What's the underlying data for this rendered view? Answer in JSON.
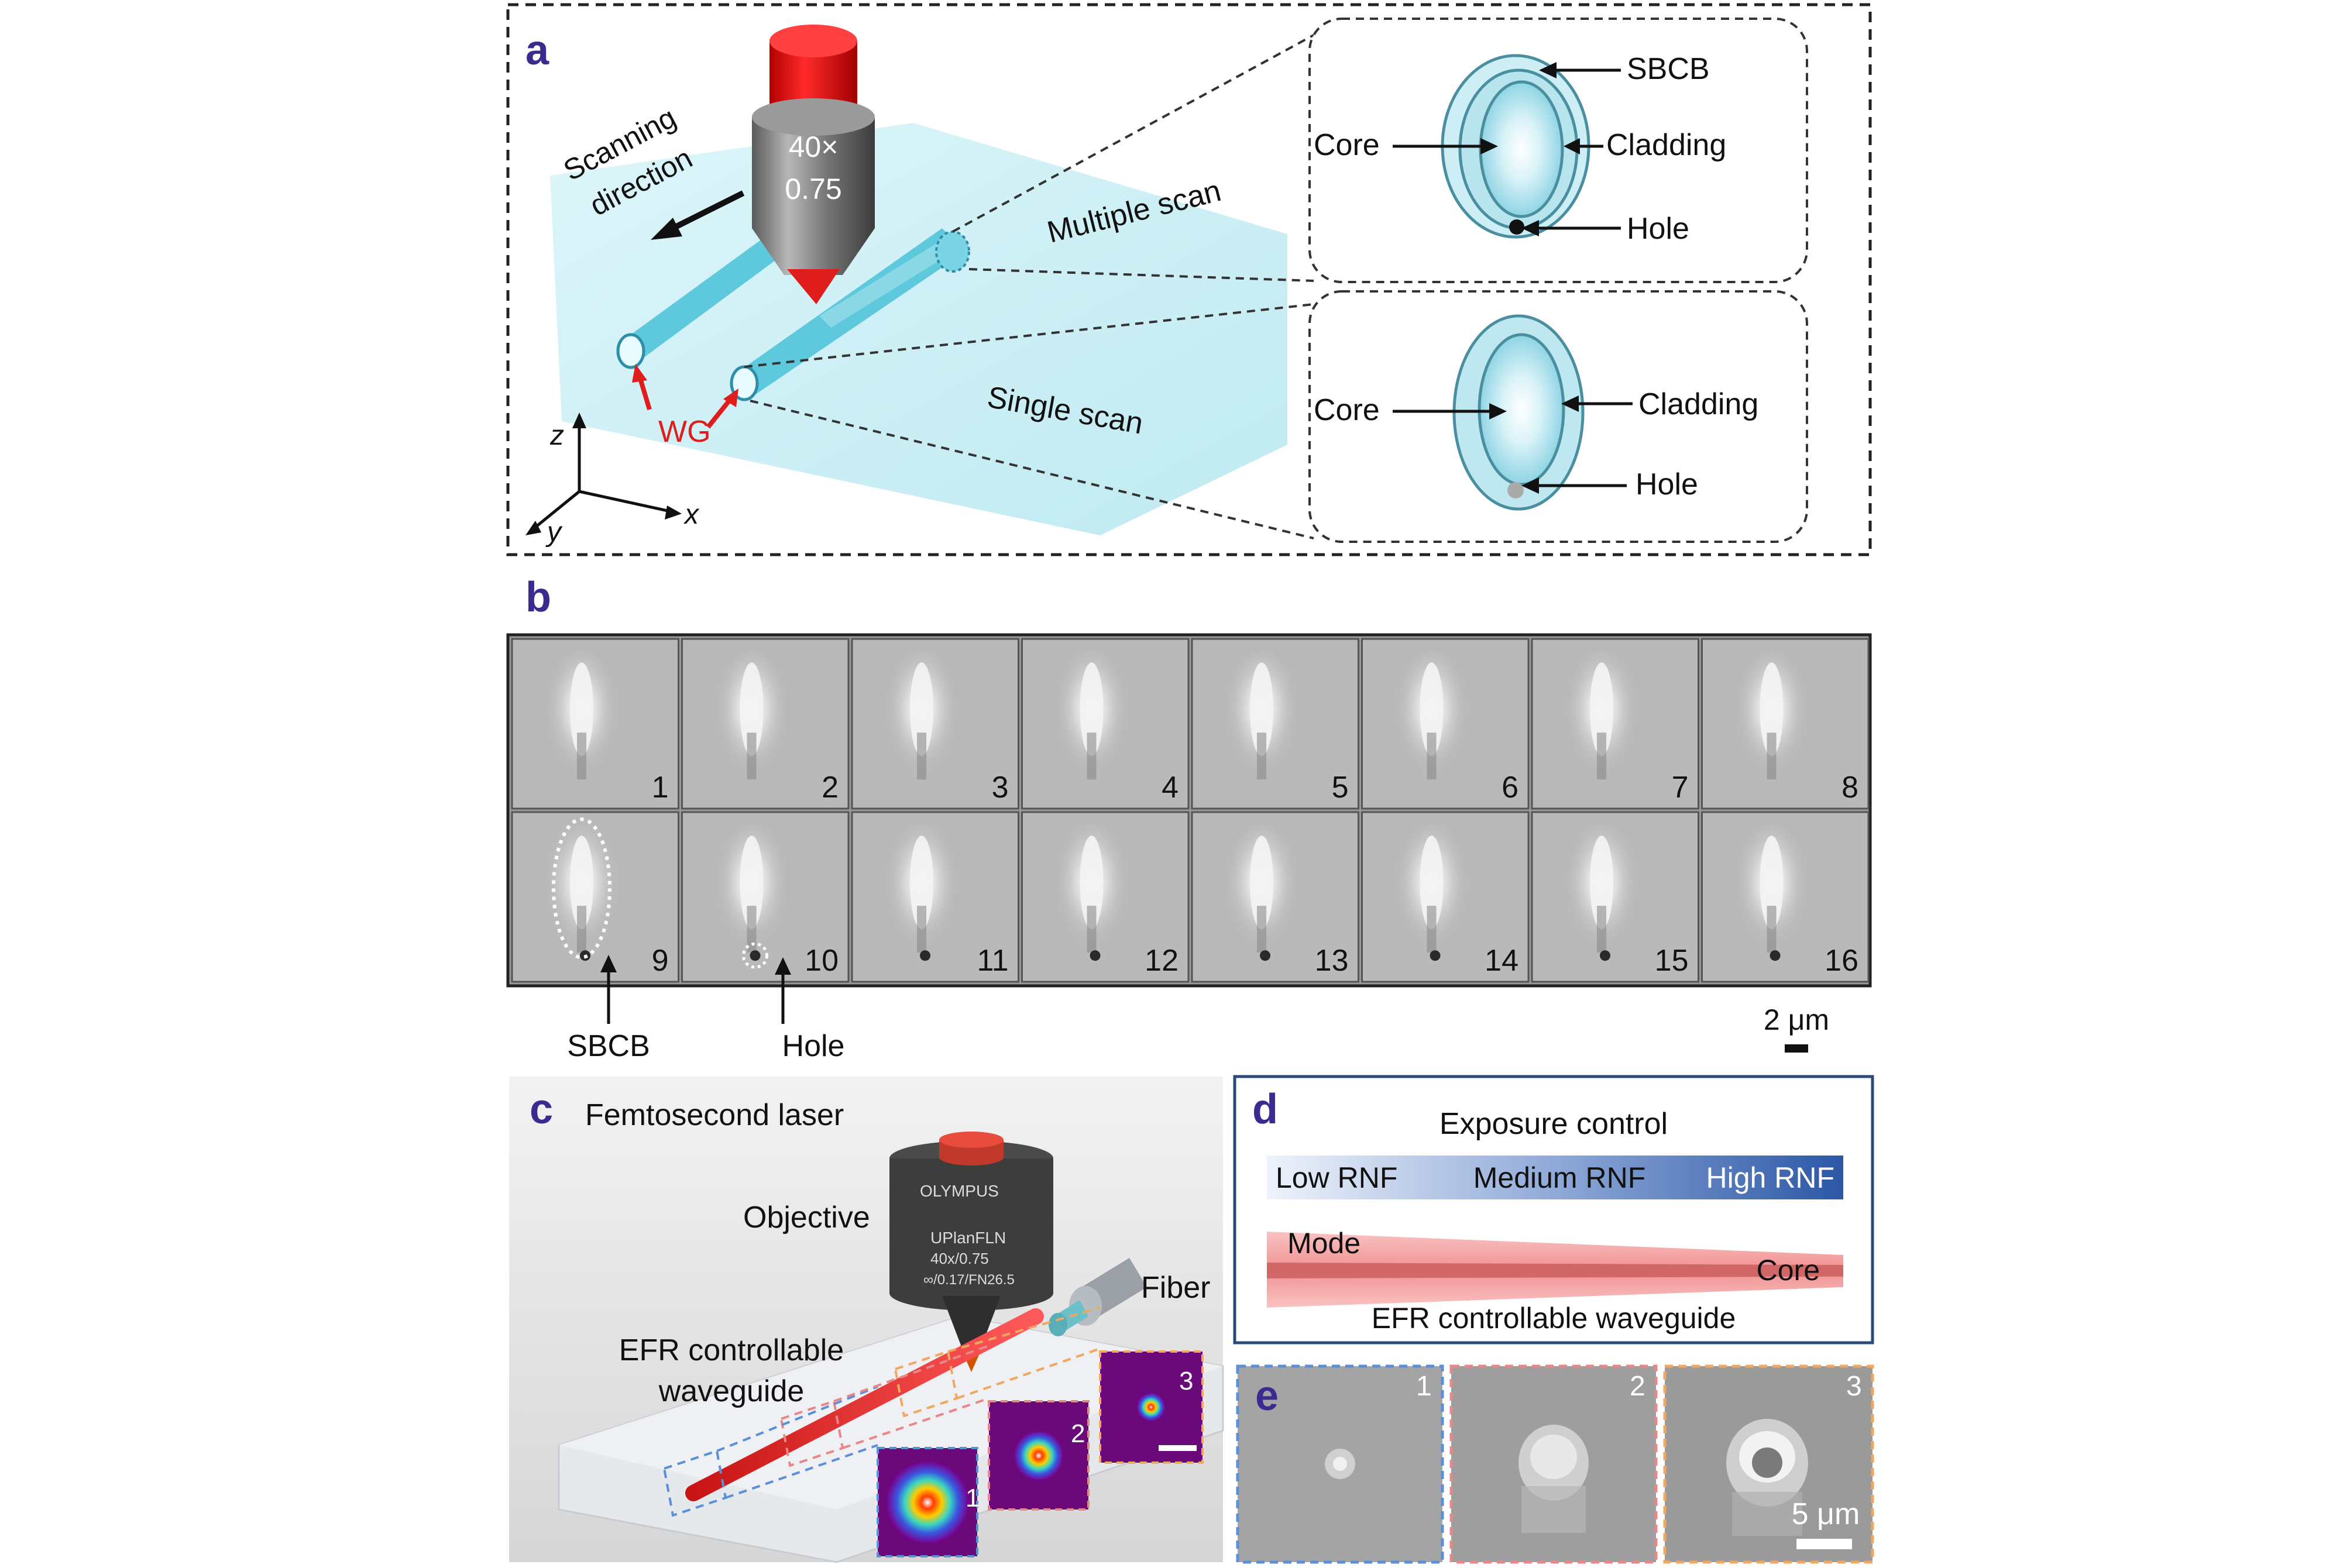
{
  "panels": {
    "a": {
      "label": "a",
      "objective_text": [
        "40×",
        "0.75"
      ],
      "scanning_direction": [
        "Scanning",
        "direction"
      ],
      "multiple_scan": "Multiple scan",
      "single_scan": "Single scan",
      "wg": "WG",
      "axes": {
        "z": "z",
        "x": "x",
        "y": "y"
      },
      "inset_top": {
        "sbcb": "SBCB",
        "core": "Core",
        "cladding": "Cladding",
        "hole": "Hole"
      },
      "inset_bottom": {
        "core": "Core",
        "cladding": "Cladding",
        "hole": "Hole"
      }
    },
    "b": {
      "label": "b",
      "tiles": [
        "1",
        "2",
        "3",
        "4",
        "5",
        "6",
        "7",
        "8",
        "9",
        "10",
        "11",
        "12",
        "13",
        "14",
        "15",
        "16"
      ],
      "sbcb": "SBCB",
      "hole": "Hole",
      "scalebar": "2 μm"
    },
    "c": {
      "label": "c",
      "femtosecond": "Femtosecond laser",
      "objective": "Objective",
      "fiber": "Fiber",
      "efr": [
        "EFR controllable",
        "waveguide"
      ],
      "obj_text": [
        "OLYMPUS",
        "UPlanFLN",
        "40x/0.75",
        "∞/0.17/FN26.5"
      ],
      "modes": [
        "1",
        "2",
        "3"
      ]
    },
    "d": {
      "label": "d",
      "exposure": "Exposure control",
      "low": "Low RNF",
      "medium": "Medium RNF",
      "high": "High RNF",
      "mode": "Mode",
      "core": "Core",
      "efr": "EFR controllable waveguide"
    },
    "e": {
      "label": "e",
      "tiles": [
        "1",
        "2",
        "3"
      ],
      "scalebar": "5 μm"
    }
  },
  "colors": {
    "accent_purple": "#3b2a8f",
    "glass": "#bdebf3",
    "wg_blue": "#5ec9dd",
    "laser_red": "#e01d1d"
  }
}
